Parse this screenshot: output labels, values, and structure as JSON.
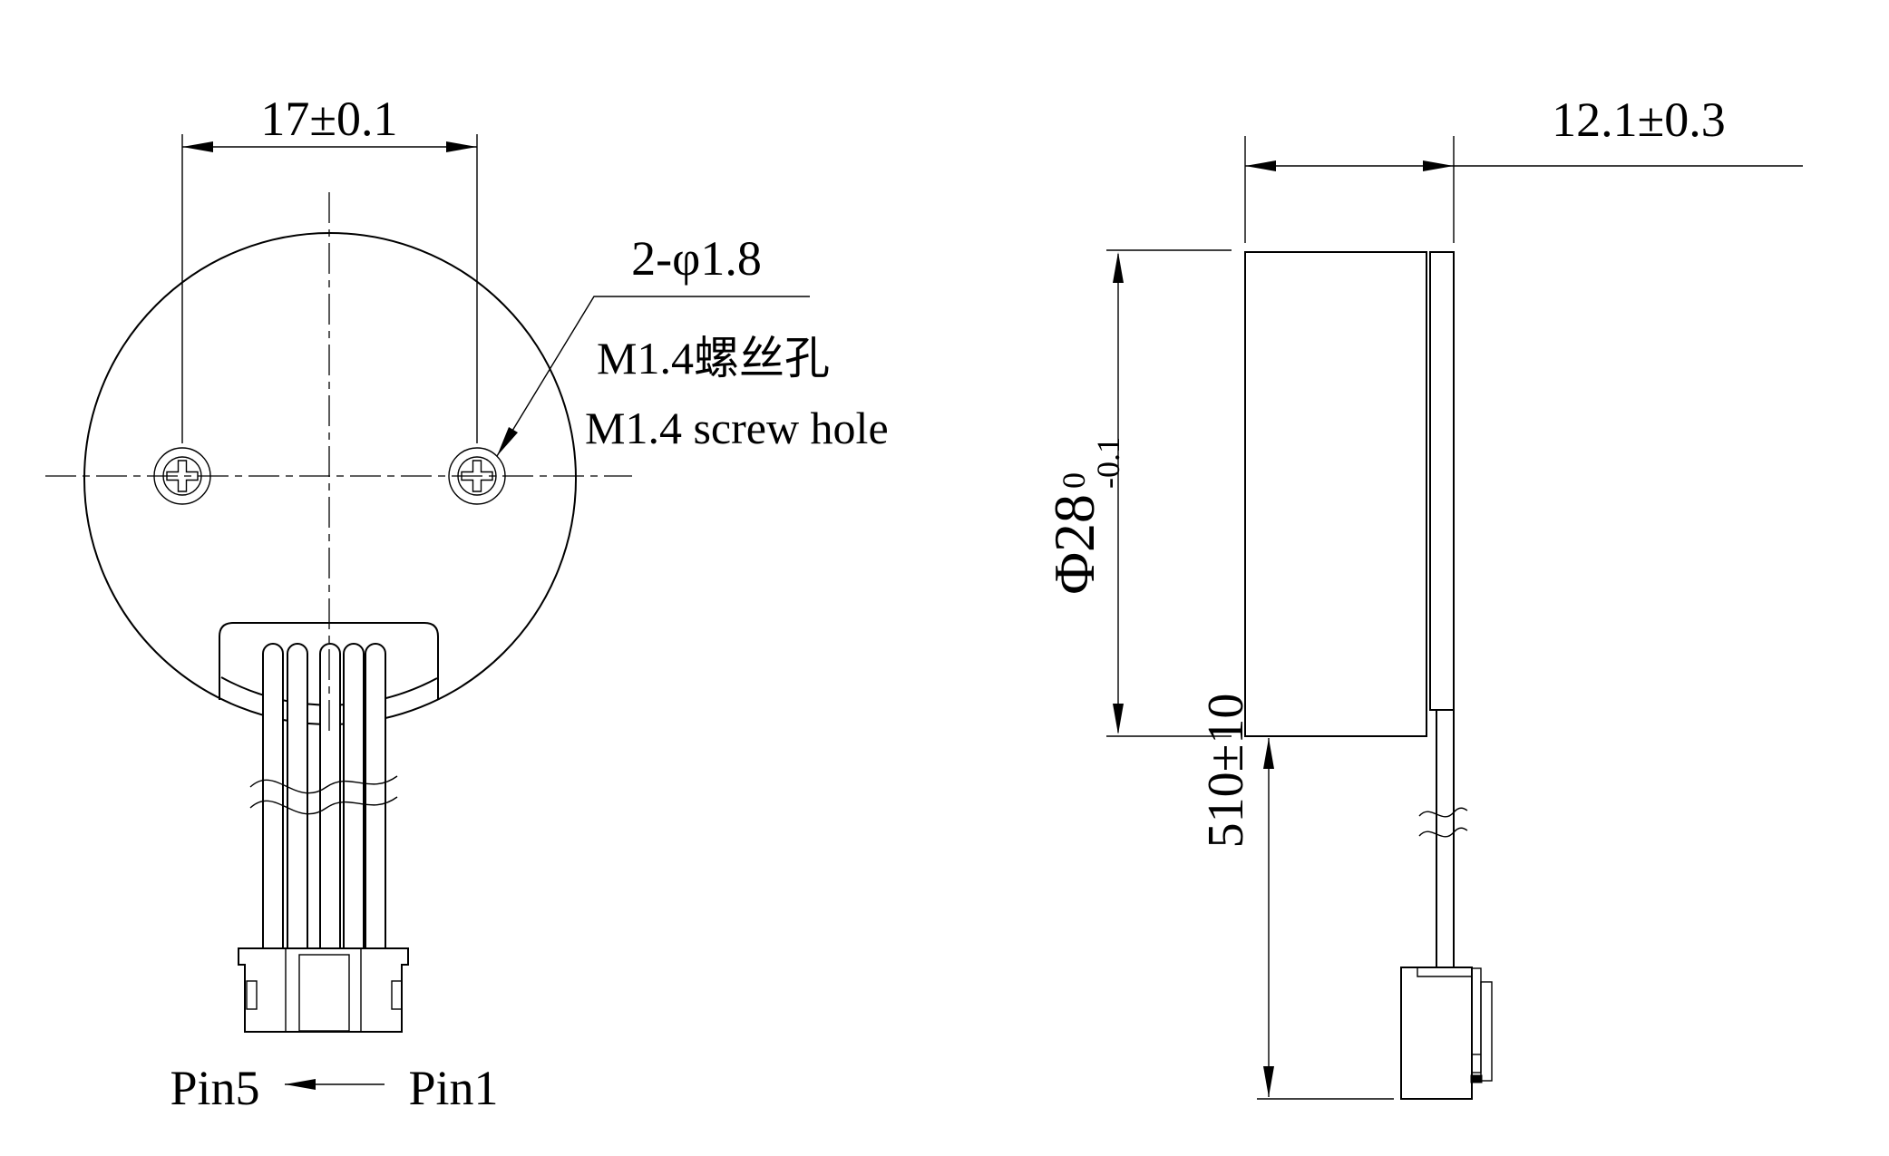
{
  "colors": {
    "line": "#000000",
    "background": "#ffffff"
  },
  "front_view": {
    "dim_width": "17±0.1",
    "hole_callout": "2-φ1.8",
    "hole_note_cn": "M1.4螺丝孔",
    "hole_note_en": "M1.4 screw hole",
    "pin_left": "Pin5",
    "pin_right": "Pin1"
  },
  "side_view": {
    "dim_thickness": "12.1±0.3",
    "dim_diameter": "Φ28",
    "dim_diameter_tol_upper": "0",
    "dim_diameter_tol_lower": "-0.1",
    "dim_cable_length": "510±10"
  }
}
